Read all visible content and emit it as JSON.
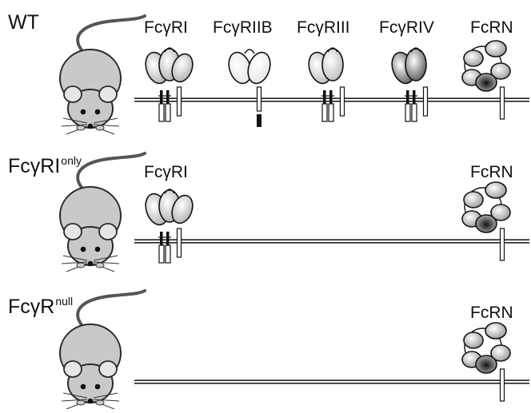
{
  "rows": [
    {
      "id": "wt",
      "label": {
        "main": "WT",
        "sup": ""
      },
      "receptors": [
        {
          "name": "FcγRI",
          "type": "fcgri"
        },
        {
          "name": "FcγRIIB",
          "type": "fcgriib"
        },
        {
          "name": "FcγRIII",
          "type": "fcgriii"
        },
        {
          "name": "FcγRIV",
          "type": "fcgriv"
        },
        {
          "name": "FcRN",
          "type": "fcrn"
        }
      ]
    },
    {
      "id": "fcgri-only",
      "label": {
        "main": "FcγRI",
        "sup": "only"
      },
      "receptors": [
        {
          "name": "FcγRI",
          "type": "fcgri"
        },
        {
          "name": "FcRN",
          "type": "fcrn"
        }
      ]
    },
    {
      "id": "fcgr-null",
      "label": {
        "main": "FcγR",
        "sup": "null"
      },
      "receptors": [
        {
          "name": "FcRN",
          "type": "fcrn"
        }
      ]
    }
  ],
  "colors": {
    "mouse_body": "#c9c9c9",
    "mouse_outline": "#2a2a2a",
    "membrane": "#222222",
    "fcgri_domain": "#b3b3b3",
    "fcgriib_domain": "#e6e6e6",
    "fcgriii_domain": "#bdbdbd",
    "fcgriv_domain": "#5e5e5e",
    "fcrn_domain": "#9a9a9a"
  }
}
